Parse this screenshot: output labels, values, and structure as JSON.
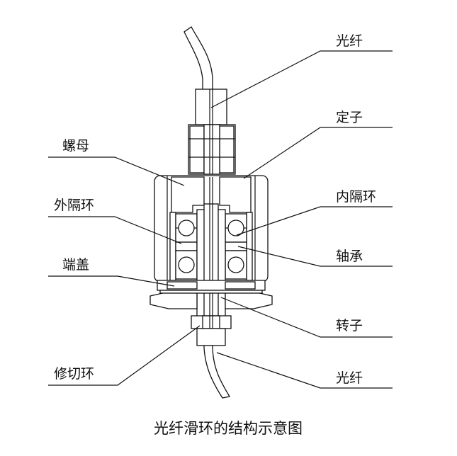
{
  "labels": {
    "fiber_top": "光纤",
    "stator": "定子",
    "nut": "螺母",
    "outer_spacer": "外隔环",
    "inner_spacer": "内隔环",
    "bearing": "轴承",
    "end_cap": "端盖",
    "rotor": "转子",
    "trim_ring": "修切环",
    "fiber_bottom": "光纤"
  },
  "caption": "光纤滑环的结构示意图"
}
